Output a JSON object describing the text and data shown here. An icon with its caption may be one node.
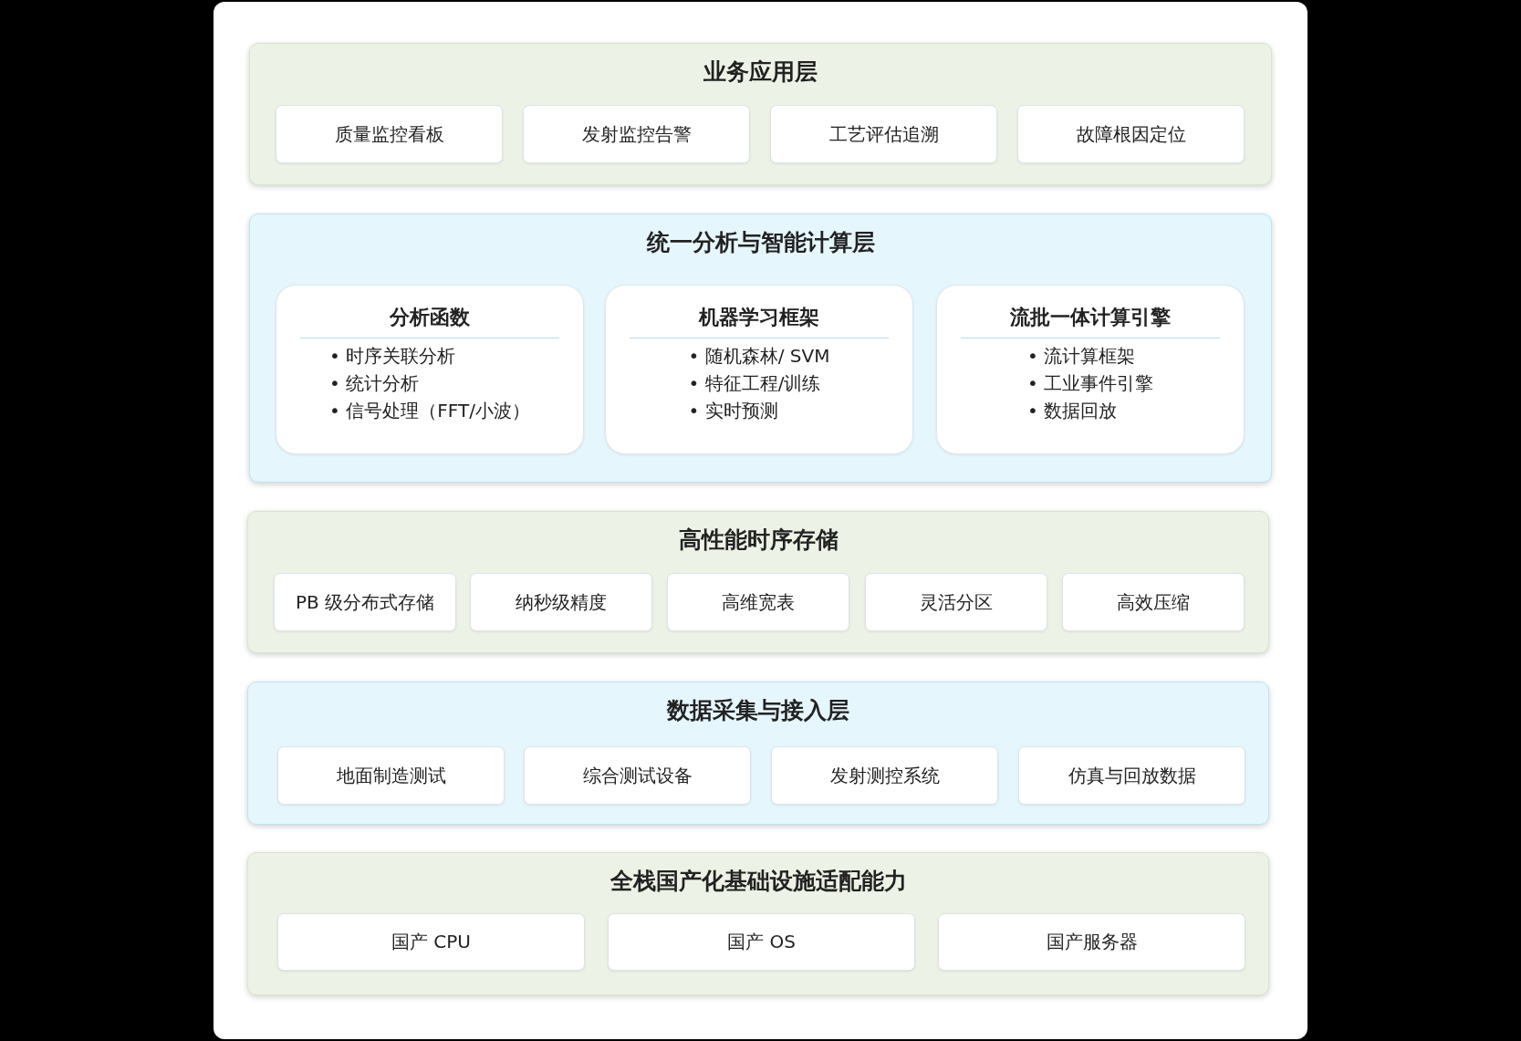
{
  "diagram": {
    "nodes": [
      {
        "text": [
          "业务应用层"
        ]
      },
      {
        "text": [
          "质量监控看板"
        ],
        "in": 0
      },
      {
        "text": [
          "发射监控告警"
        ],
        "in": 0
      },
      {
        "text": [
          "工艺评估追溯"
        ],
        "in": 0
      },
      {
        "text": [
          "故障根因定位"
        ],
        "in": 0
      },
      {
        "text": [
          "统一分析与智能计算层"
        ]
      },
      {
        "text": [
          "分析函数",
          "• 时序关联分析",
          "• 统计分析",
          "• 信号处理（FFT/小波）"
        ],
        "in": 5
      },
      {
        "text": [
          "机器学习框架",
          "• 随机森林/ SVM",
          "• 特征工程/训练",
          "• 实时预测"
        ],
        "in": 5
      },
      {
        "text": [
          "流批一体计算引擎",
          "• 流计算框架",
          "• 工业事件引擎",
          "• 数据回放"
        ],
        "in": 5
      },
      {
        "text": [
          "高性能时序存储"
        ]
      },
      {
        "text": [
          "PB 级分布式存储"
        ],
        "in": 9
      },
      {
        "text": [
          "纳秒级精度"
        ],
        "in": 9
      },
      {
        "text": [
          "高维宽表"
        ],
        "in": 9
      },
      {
        "text": [
          "灵活分区"
        ],
        "in": 9
      },
      {
        "text": [
          "高效压缩"
        ],
        "in": 9
      },
      {
        "text": [
          "数据采集与接入层"
        ]
      },
      {
        "text": [
          "地面制造测试"
        ],
        "in": 15
      },
      {
        "text": [
          "综合测试设备"
        ],
        "in": 15
      },
      {
        "text": [
          "发射测控系统"
        ],
        "in": 15
      },
      {
        "text": [
          "仿真与回放数据"
        ],
        "in": 15
      },
      {
        "text": [
          "全栈国产化基础设施适配能力"
        ]
      },
      {
        "text": [
          "国产 CPU"
        ],
        "in": 20
      },
      {
        "text": [
          "国产 OS"
        ],
        "in": 20
      },
      {
        "text": [
          "国产服务器"
        ],
        "in": 20
      }
    ]
  }
}
